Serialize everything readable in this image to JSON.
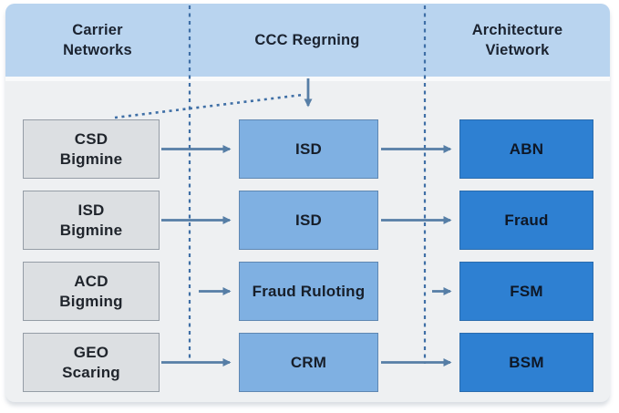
{
  "diagram": {
    "title": "Carrier network to architecture flow diagram",
    "header": {
      "columns": [
        {
          "label": "Carrier\nNetworks"
        },
        {
          "label": "CCC Regrning"
        },
        {
          "label": "Architecture\nVietwork"
        }
      ]
    },
    "rows": [
      {
        "carrier": "CSD\nBigmine",
        "process": "ISD",
        "target": "ABN"
      },
      {
        "carrier": "ISD\nBigmine",
        "process": "ISD",
        "target": "Fraud"
      },
      {
        "carrier": "ACD\nBigming",
        "process": "Fraud Ruloting",
        "target": "FSM"
      },
      {
        "carrier": "GEO\nScaring",
        "process": "CRM",
        "target": "BSM"
      }
    ]
  },
  "colors": {
    "header_bg": "#b9d4ef",
    "panel_bg": "#eef0f2",
    "carrier_fill": "#dcdfe2",
    "process_fill": "#7fb0e2",
    "target_fill": "#2e80d2",
    "arrow": "#567ea6",
    "dash": "#3f6fa6",
    "text_dark": "#1b2330"
  }
}
